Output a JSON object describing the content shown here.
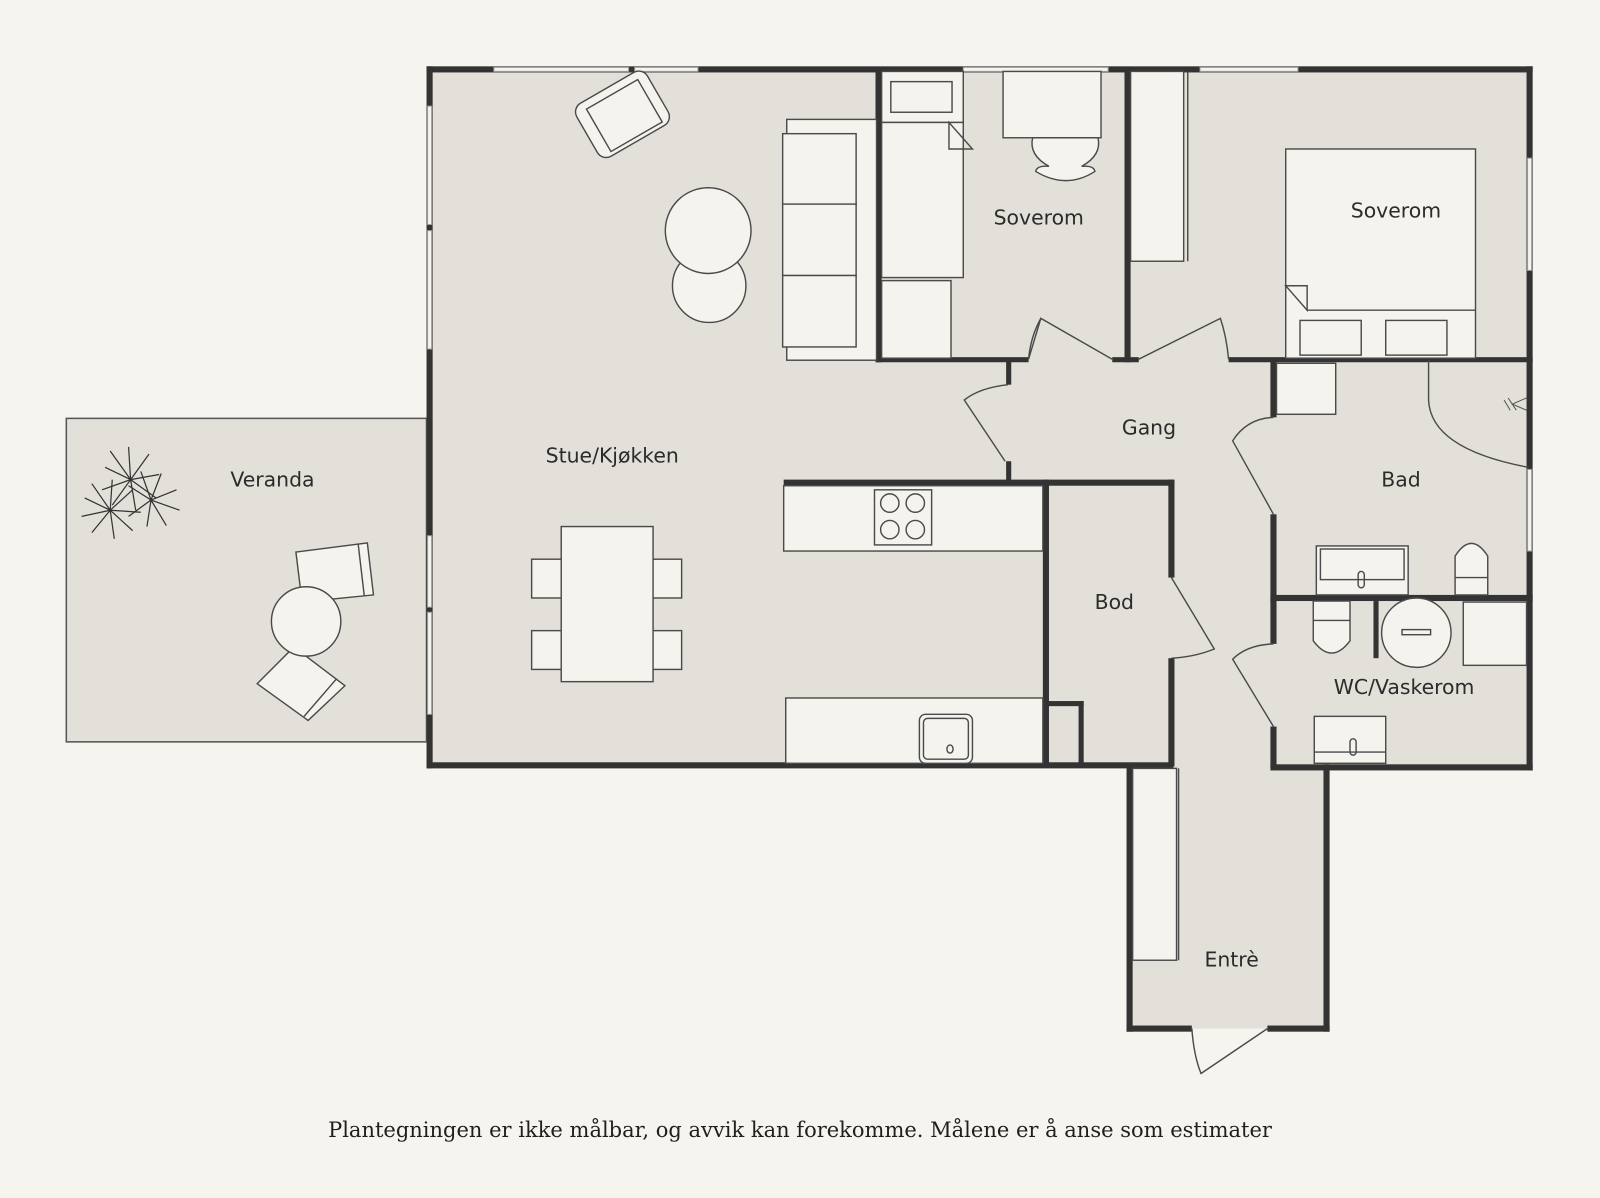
{
  "floorplan": {
    "rooms": [
      {
        "id": "veranda",
        "label": "Veranda"
      },
      {
        "id": "stue-kjokken",
        "label": "Stue/Kjøkken"
      },
      {
        "id": "soverom-1",
        "label": "Soverom"
      },
      {
        "id": "soverom-2",
        "label": "Soverom"
      },
      {
        "id": "gang",
        "label": "Gang"
      },
      {
        "id": "bad",
        "label": "Bad"
      },
      {
        "id": "bod",
        "label": "Bod"
      },
      {
        "id": "wc-vaskerom",
        "label": "WC/Vaskerom"
      },
      {
        "id": "entre",
        "label": "Entrè"
      }
    ],
    "colors": {
      "background": "#f5f4ef",
      "floor": "#e3e0da",
      "wall": "#333333",
      "furniture": "#f4f3ee"
    }
  },
  "caption": "Plantegningen er ikke målbar, og avvik kan forekomme. Målene er å anse som estimater"
}
